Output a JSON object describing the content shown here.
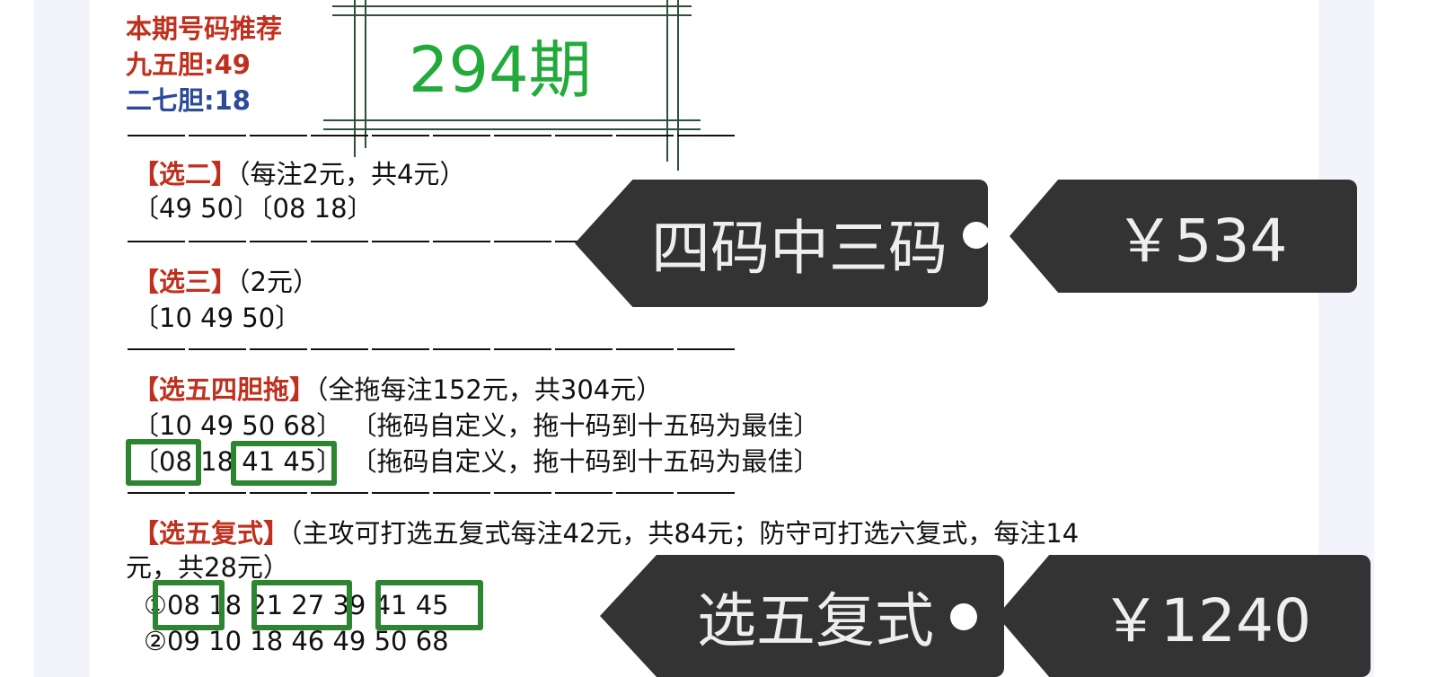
{
  "header": {
    "title": "本期号码推荐",
    "dan95": "九五胆:49",
    "dan27": "二七胆:18",
    "issue": "294期"
  },
  "sections": [
    {
      "label": "【选二】",
      "note": "（每注2元，共4元）",
      "lines": [
        "〔49 50〕〔08 18〕"
      ]
    },
    {
      "label": "【选三】",
      "note": "（2元）",
      "lines": [
        "〔10 49 50〕"
      ]
    },
    {
      "label": "【选五四胆拖】",
      "note": "（全拖每注152元，共304元）",
      "lines": [
        "〔10 49 50 68〕 〔拖码自定义，拖十码到十五码为最佳〕",
        "〔08 18 41 45〕 〔拖码自定义，拖十码到十五码为最佳〕"
      ]
    },
    {
      "label": "【选五复式】",
      "note": "（主攻可打选五复式每注42元，共84元；防守可打选六复式，每注14",
      "note2": "元，共28元）",
      "lines": [
        "①08 18 21 27 39 41 45",
        "②09 10 18 46 49 50 68"
      ]
    }
  ],
  "tags": [
    {
      "label": "四码中三码",
      "price": "￥534"
    },
    {
      "label": "选五复式",
      "price": "￥1240"
    }
  ],
  "colors": {
    "red": "#c0301e",
    "blue": "#2b4a9a",
    "green": "#2e8530",
    "issue_green": "#22aa3a",
    "tag_bg": "#333333"
  }
}
